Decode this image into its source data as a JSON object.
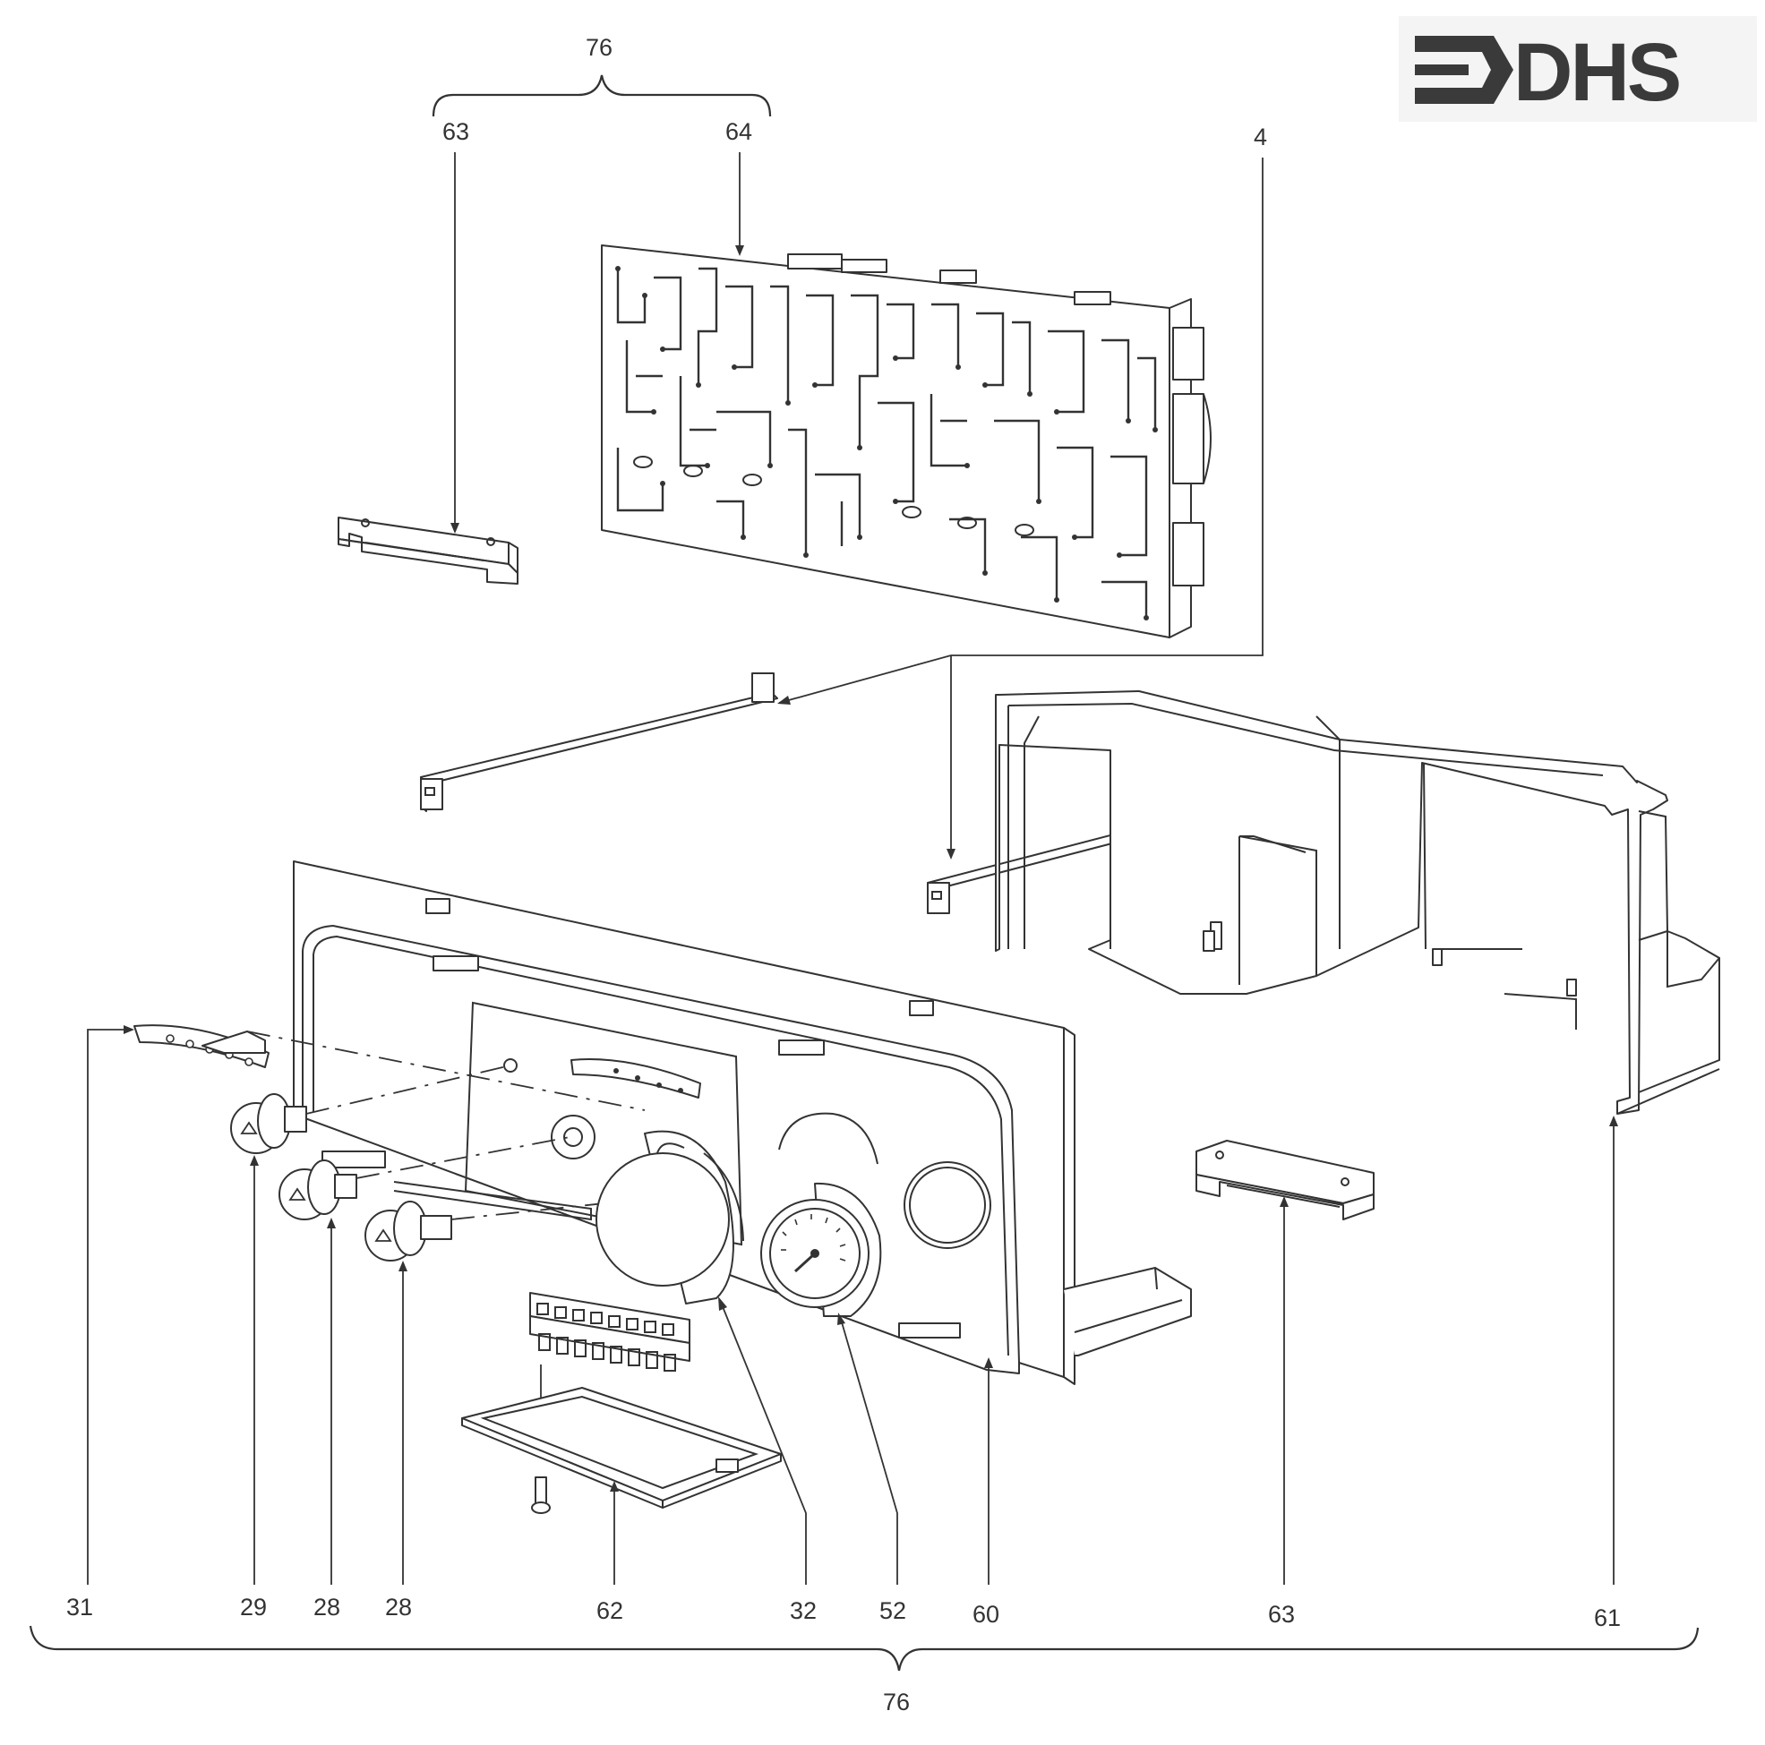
{
  "logo": {
    "text": "DHS",
    "color": "#3a3a3a"
  },
  "callouts": {
    "top_brace": "76",
    "top_left_63": "63",
    "top_64": "64",
    "top_4": "4",
    "b31": "31",
    "b29": "29",
    "b28a": "28",
    "b28b": "28",
    "b62": "62",
    "b32": "32",
    "b52": "52",
    "b60": "60",
    "b63": "63",
    "b61": "61",
    "bottom_brace": "76"
  },
  "colors": {
    "line": "#333333",
    "background": "#ffffff"
  }
}
